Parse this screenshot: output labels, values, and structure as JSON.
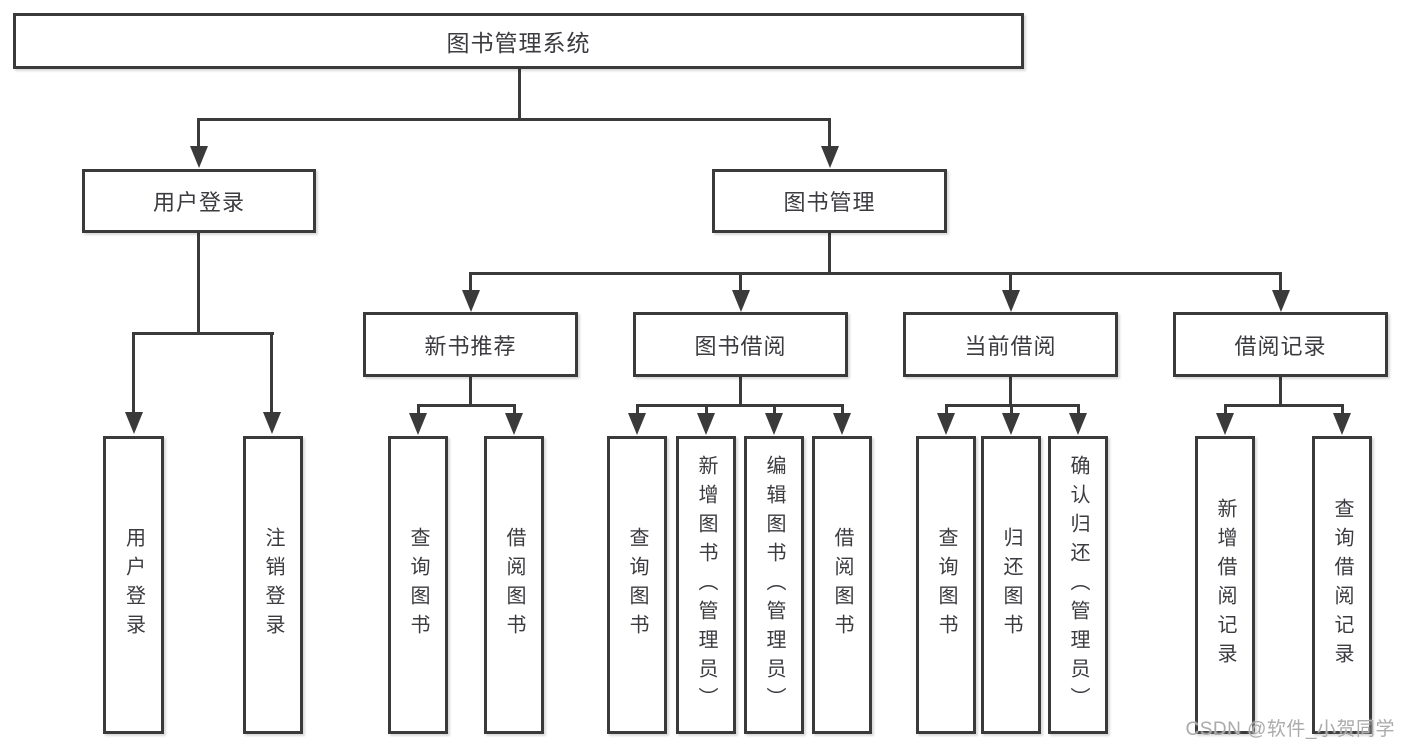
{
  "colors": {
    "line": "#3a3a3a",
    "box-fill": "#ffffff",
    "text": "#3b3b40",
    "watermark": "#ababab",
    "background": "#ffffff"
  },
  "watermark": {
    "text": "CSDN @软件_小贺同学"
  },
  "tree": {
    "root": {
      "label": "图书管理系统"
    },
    "branches": [
      {
        "label": "用户登录",
        "children": [
          {
            "label": "用户登录"
          },
          {
            "label": "注销登录"
          }
        ]
      },
      {
        "label": "图书管理",
        "children": [
          {
            "label": "新书推荐",
            "children": [
              {
                "label": "查询图书"
              },
              {
                "label": "借阅图书"
              }
            ]
          },
          {
            "label": "图书借阅",
            "children": [
              {
                "label": "查询图书"
              },
              {
                "label": "新增图书（管理员）"
              },
              {
                "label": "编辑图书（管理员）"
              },
              {
                "label": "借阅图书"
              }
            ]
          },
          {
            "label": "当前借阅",
            "children": [
              {
                "label": "查询图书"
              },
              {
                "label": "归还图书"
              },
              {
                "label": "确认归还（管理员）"
              }
            ]
          },
          {
            "label": "借阅记录",
            "children": [
              {
                "label": "新增借阅记录"
              },
              {
                "label": "查询借阅记录"
              }
            ]
          }
        ]
      }
    ]
  }
}
